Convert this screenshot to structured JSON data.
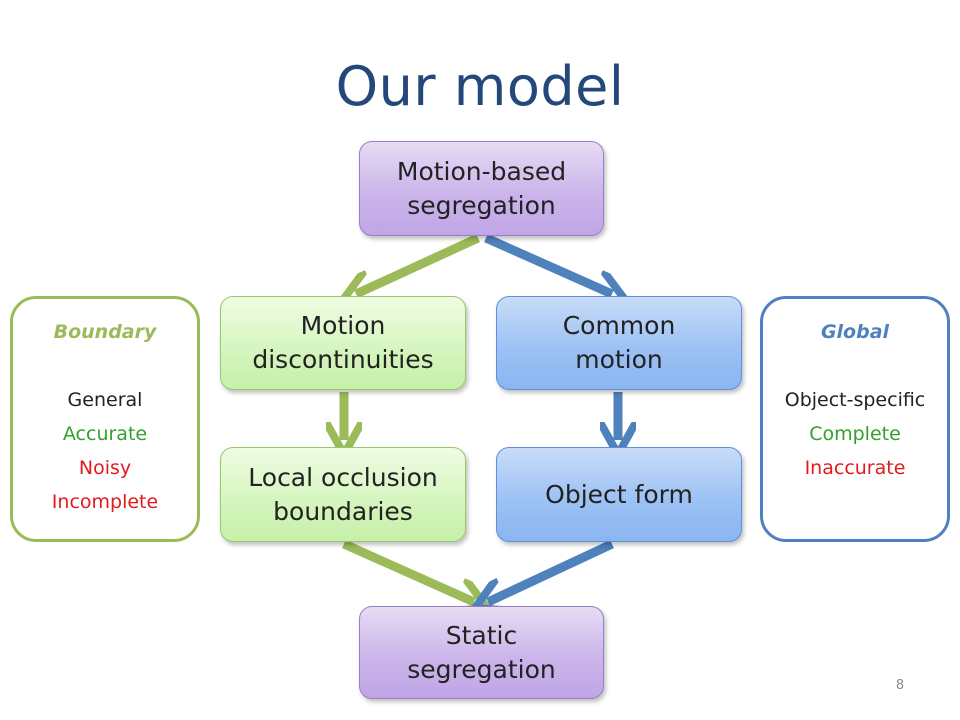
{
  "title": "Our model",
  "nodes": {
    "motion_based": "Motion-based segregation",
    "motion_discontinuities": "Motion discontinuities",
    "common_motion": "Common motion",
    "local_occlusion": "Local occlusion boundaries",
    "object_form": "Object form",
    "static_segregation": "Static segregation"
  },
  "boundary_panel": {
    "heading": "Boundary",
    "items": [
      "General",
      "Accurate",
      "Noisy",
      "Incomplete"
    ]
  },
  "global_panel": {
    "heading": "Global",
    "items": [
      "Object-specific",
      "Complete",
      "Inaccurate"
    ]
  },
  "colors": {
    "title": "#24487a",
    "green_arrow": "#9bbb59",
    "blue_arrow": "#4f81bd",
    "positive": "#33a02c",
    "negative": "#e31a1c",
    "neutral": "#222222"
  },
  "page_number": "8"
}
